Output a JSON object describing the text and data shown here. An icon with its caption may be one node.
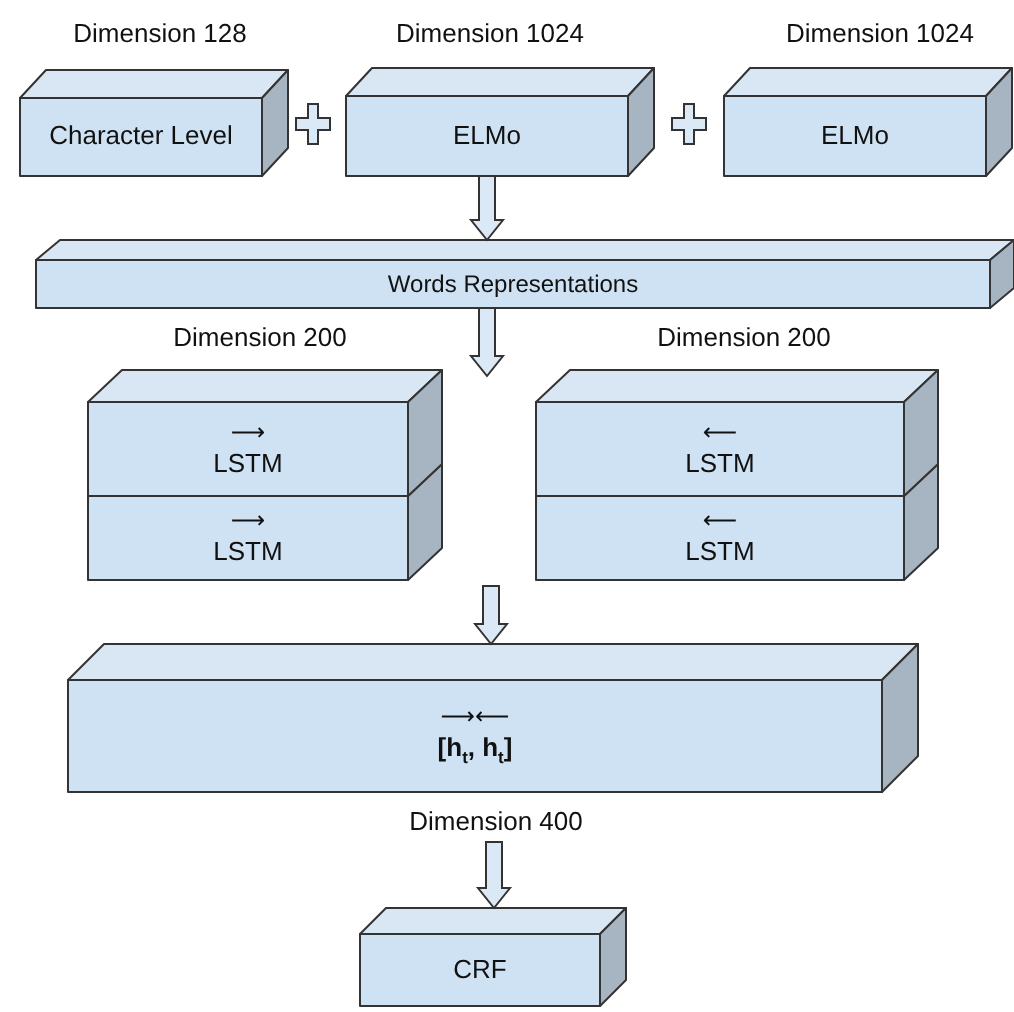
{
  "diagram": {
    "nodes": [
      {
        "text": [
          "Character Level"
        ],
        "beside": [
          "Dimension 128"
        ]
      },
      {
        "text": [
          "ELMo"
        ],
        "beside": [
          "Dimension 1024"
        ]
      },
      {
        "text": [
          "ELMo"
        ],
        "beside": [
          "Dimension 1024"
        ]
      },
      {
        "text": [
          "Words Representations"
        ]
      },
      {
        "text": [
          "⟶",
          "LSTM"
        ],
        "beside": [
          "Dimension 200"
        ]
      },
      {
        "text": [
          "⟶",
          "LSTM"
        ]
      },
      {
        "text": [
          "⟵",
          "LSTM"
        ],
        "beside": [
          "Dimension 200"
        ]
      },
      {
        "text": [
          "⟵",
          "LSTM"
        ]
      },
      {
        "text": [
          "⟶⟵",
          "[h$_{t}$, h$_{t}$]"
        ],
        "beside": [
          "Dimension 400"
        ]
      },
      {
        "text": [
          "CRF"
        ]
      }
    ],
    "edges": [
      {
        "from": 1,
        "to": 3,
        "arrow": "to"
      },
      {
        "from": 3,
        "to": null,
        "arrow": "to"
      },
      {
        "from": null,
        "to": 8,
        "arrow": "to"
      },
      {
        "from": 8,
        "to": 9,
        "arrow": "to"
      }
    ]
  }
}
